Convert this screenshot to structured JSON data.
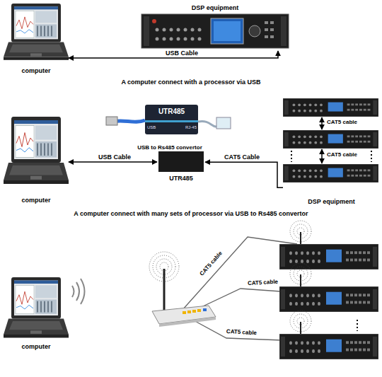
{
  "diagram": {
    "nodes": [
      {
        "text": [
          "computer"
        ]
      },
      {
        "text": [
          "DSP equipment"
        ]
      },
      {
        "text": [
          "computer"
        ]
      },
      {
        "text": [
          "UTR485",
          "USB",
          "RJ-45",
          "USB to Rs485 convertor"
        ]
      },
      {
        "text": [
          "UTR485"
        ]
      },
      {
        "text": [
          "DSP equipment"
        ]
      },
      {
        "text": [
          "computer"
        ]
      }
    ],
    "edges": [
      {
        "from": 0,
        "to": 1,
        "arrow": "both",
        "label": "USB Cable"
      },
      {
        "from": 2,
        "to": 4,
        "arrow": "both",
        "label": "USB Cable"
      },
      {
        "from": 5,
        "to": 4,
        "arrow": "to",
        "label": "CAT5 Cable"
      }
    ],
    "labels": [
      "A computer connect with a processor via USB",
      "CAT5 cable",
      "CAT5 cable",
      "A computer connect with many sets of processor via USB to Rs485 convertor",
      "CAT5 cable",
      "CAT5 cable",
      "CAT5 cable"
    ]
  }
}
